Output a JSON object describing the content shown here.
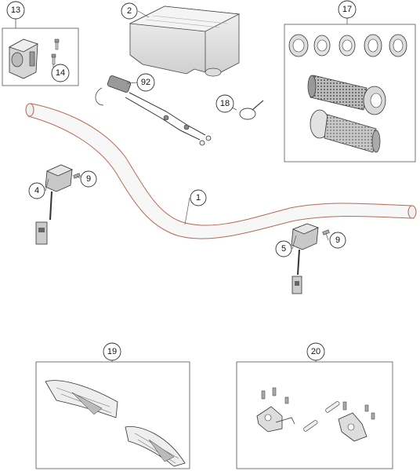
{
  "callouts": {
    "c1": "1",
    "c2": "2",
    "c4": "4",
    "c5": "5",
    "c9a": "9",
    "c9b": "9",
    "c13": "13",
    "c14": "14",
    "c17": "17",
    "c18": "18",
    "c19": "19",
    "c20": "20",
    "c92": "92"
  }
}
